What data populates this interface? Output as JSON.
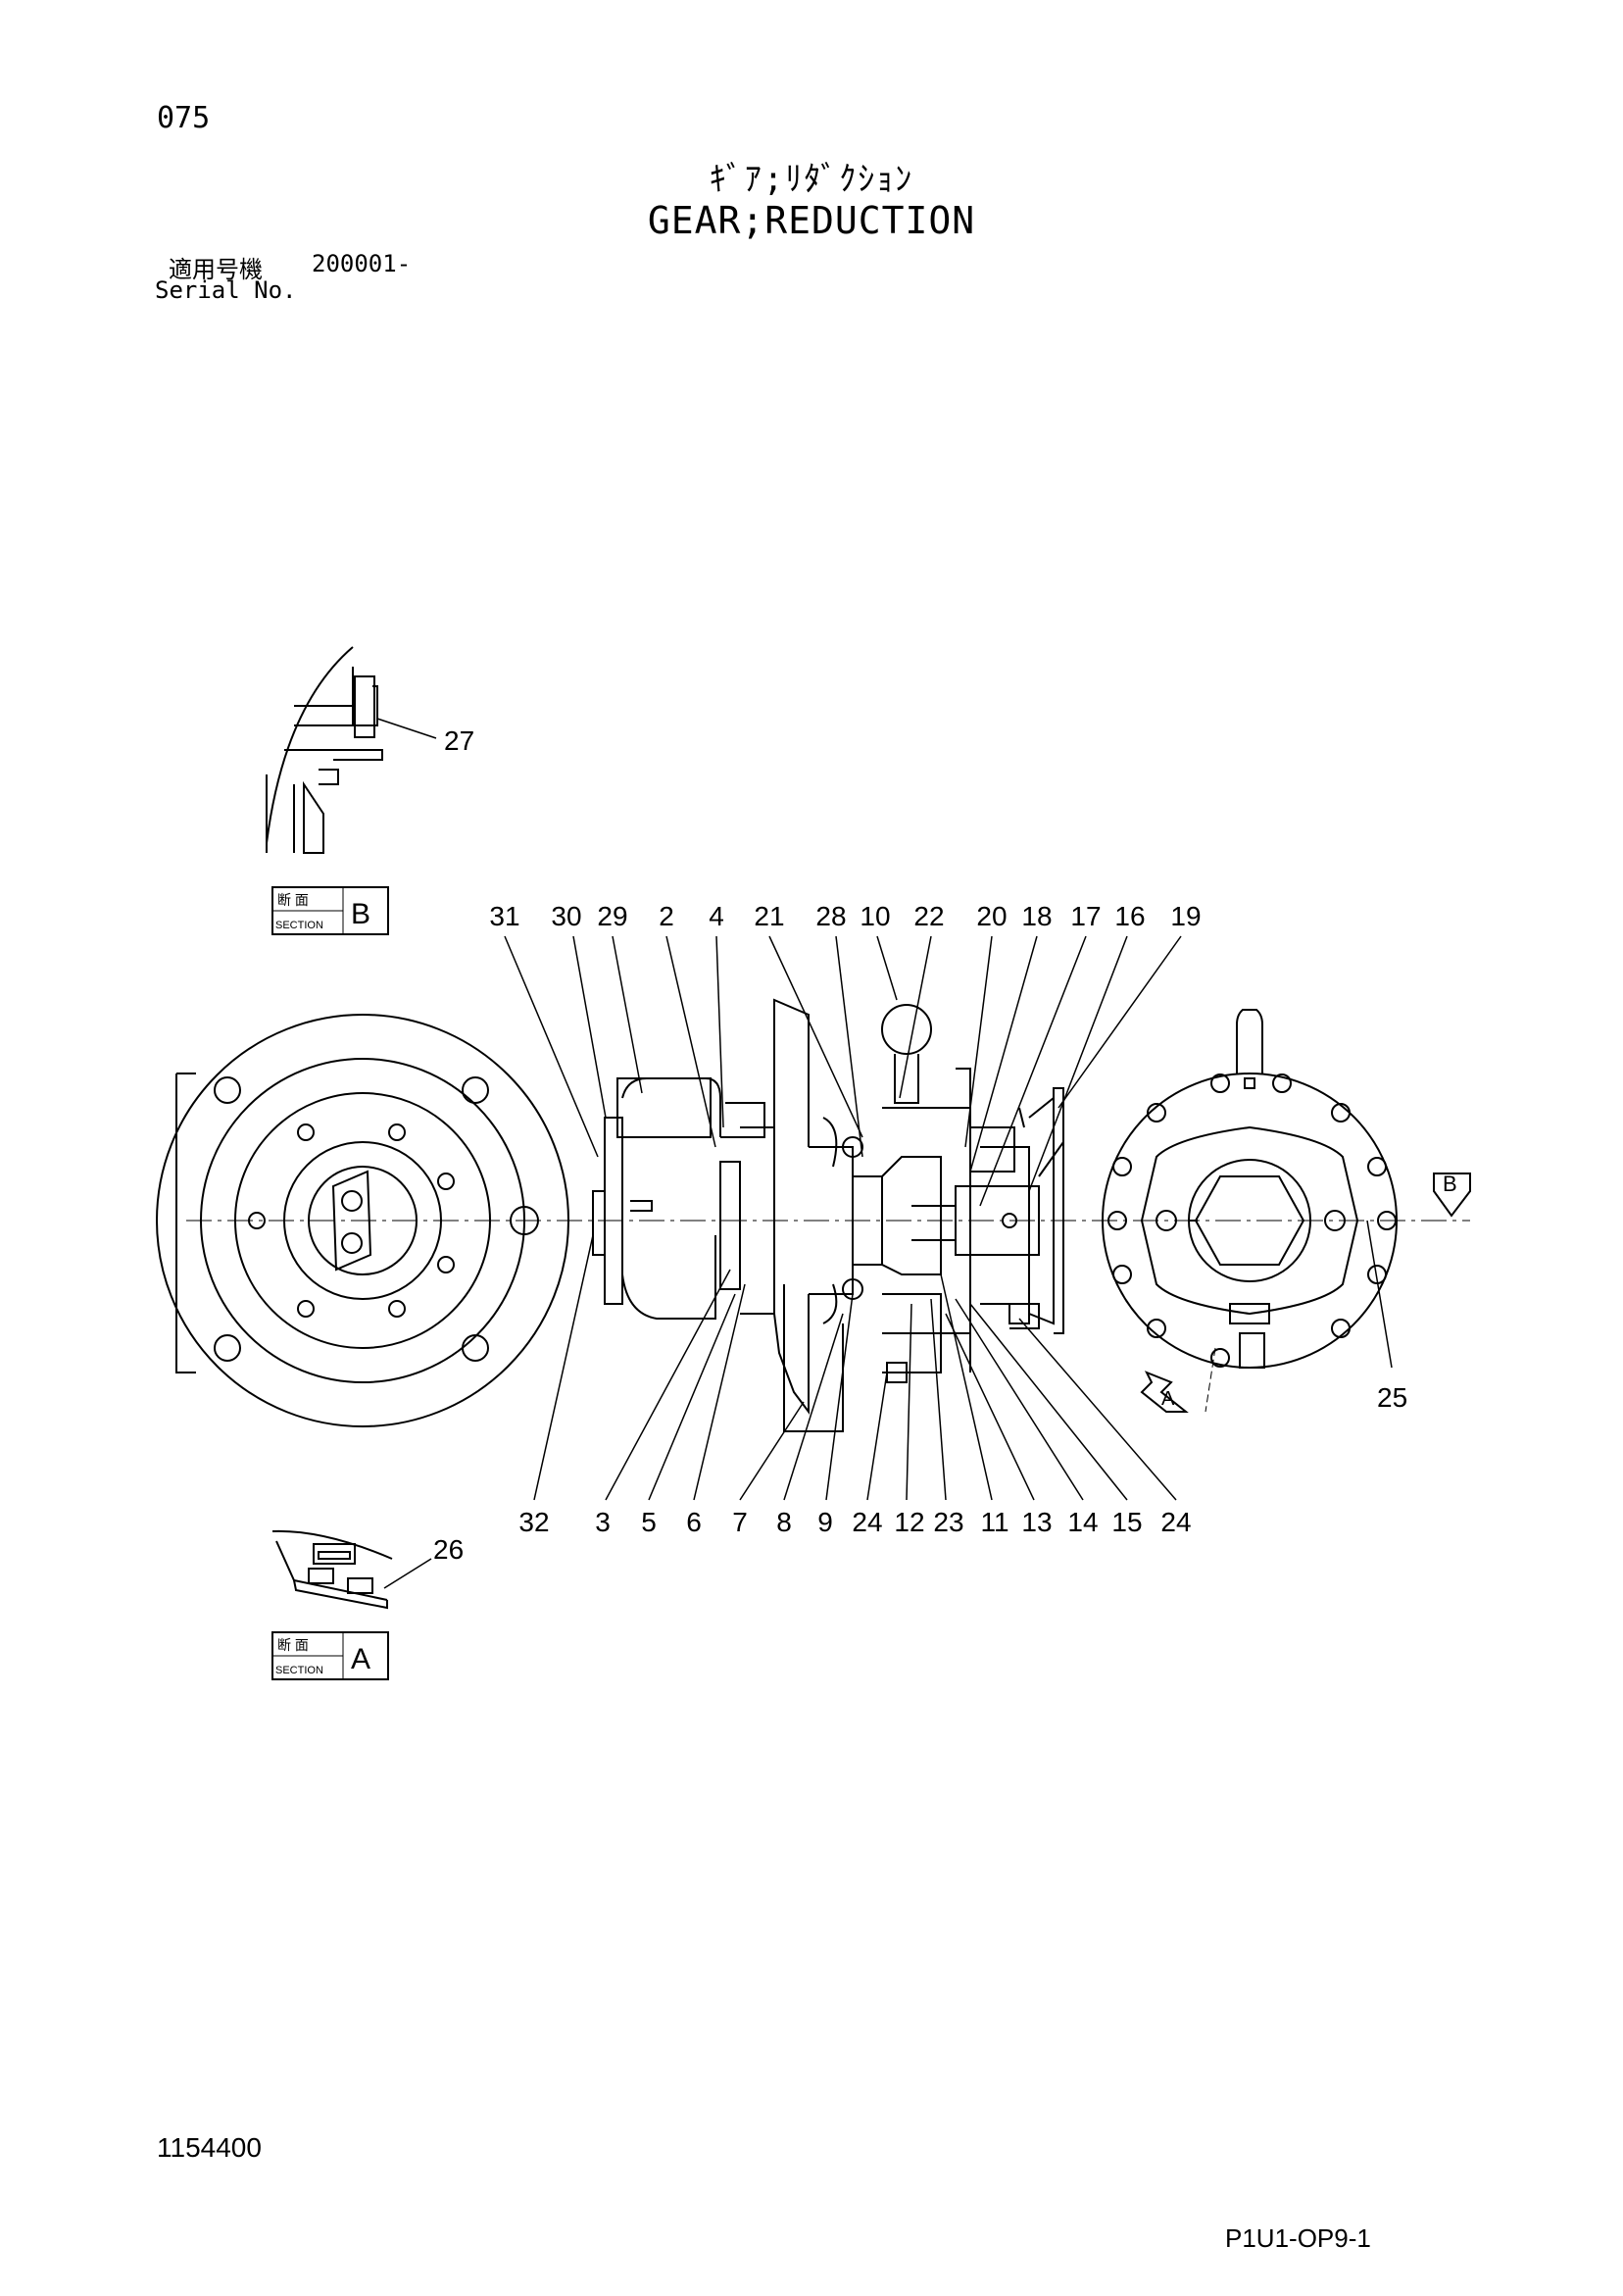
{
  "header": {
    "page_number": "075",
    "title_jp": "ｷﾞｱ;ﾘﾀﾞｸｼｮﾝ",
    "title_en": "GEAR;REDUCTION",
    "serial_label_jp": "適用号機",
    "serial_value": "200001-",
    "serial_label_en": "Serial No."
  },
  "sections": {
    "b": {
      "jp": "断 面",
      "en": "SECTION",
      "letter": "B"
    },
    "a": {
      "jp": "断 面",
      "en": "SECTION",
      "letter": "A"
    }
  },
  "view_arrows": {
    "b": "B",
    "a": "A"
  },
  "callouts_top": [
    "31",
    "30",
    "29",
    "2",
    "4",
    "21",
    "28",
    "10",
    "22",
    "20",
    "18",
    "17",
    "16",
    "19"
  ],
  "callouts_bottom": [
    "32",
    "3",
    "5",
    "6",
    "7",
    "8",
    "9",
    "24",
    "12",
    "23",
    "11",
    "13",
    "14",
    "15",
    "24"
  ],
  "callouts_other": {
    "c27": "27",
    "c26": "26",
    "c25": "25"
  },
  "footer": {
    "drawing_number": "1154400",
    "code": "P1U1-OP9-1"
  }
}
